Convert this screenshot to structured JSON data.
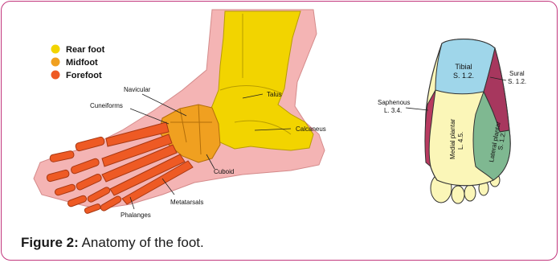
{
  "legend": [
    {
      "label": "Rear foot",
      "color": "#f2d400"
    },
    {
      "label": "Midfoot",
      "color": "#f0a020"
    },
    {
      "label": "Forefoot",
      "color": "#ee5a24"
    }
  ],
  "left_labels": {
    "navicular": "Navicular",
    "cuneiforms": "Cuneiforms",
    "talus": "Talus",
    "calcaneus": "Calcaneus",
    "cuboid": "Cuboid",
    "metatarsals": "Metatarsals",
    "phalanges": "Phalanges"
  },
  "right_labels": {
    "tibial_name": "Tibial",
    "tibial_code": "S. 1.2.",
    "sural_name": "Sural",
    "sural_code": "S. 1.2.",
    "saphenous_name": "Saphenous",
    "saphenous_code": "L. 3.4.",
    "medial_plantar_name": "Medial plantar",
    "medial_plantar_code": "L. 4.5.",
    "lateral_plantar_name": "Lateral plantar",
    "lateral_plantar_code": "S. 1.2."
  },
  "caption": {
    "label": "Figure 2:",
    "text": " Anatomy of the foot."
  },
  "colors": {
    "frame": "#c2377d",
    "skin": "#f4b4b4",
    "rear": "#f2d400",
    "mid": "#f0a020",
    "fore": "#ee5a24",
    "tibial": "#9fd6ea",
    "sural": "#a7375e",
    "saphenous": "#b83a60",
    "medial": "#fbf6b8",
    "lateral": "#7fb891"
  }
}
